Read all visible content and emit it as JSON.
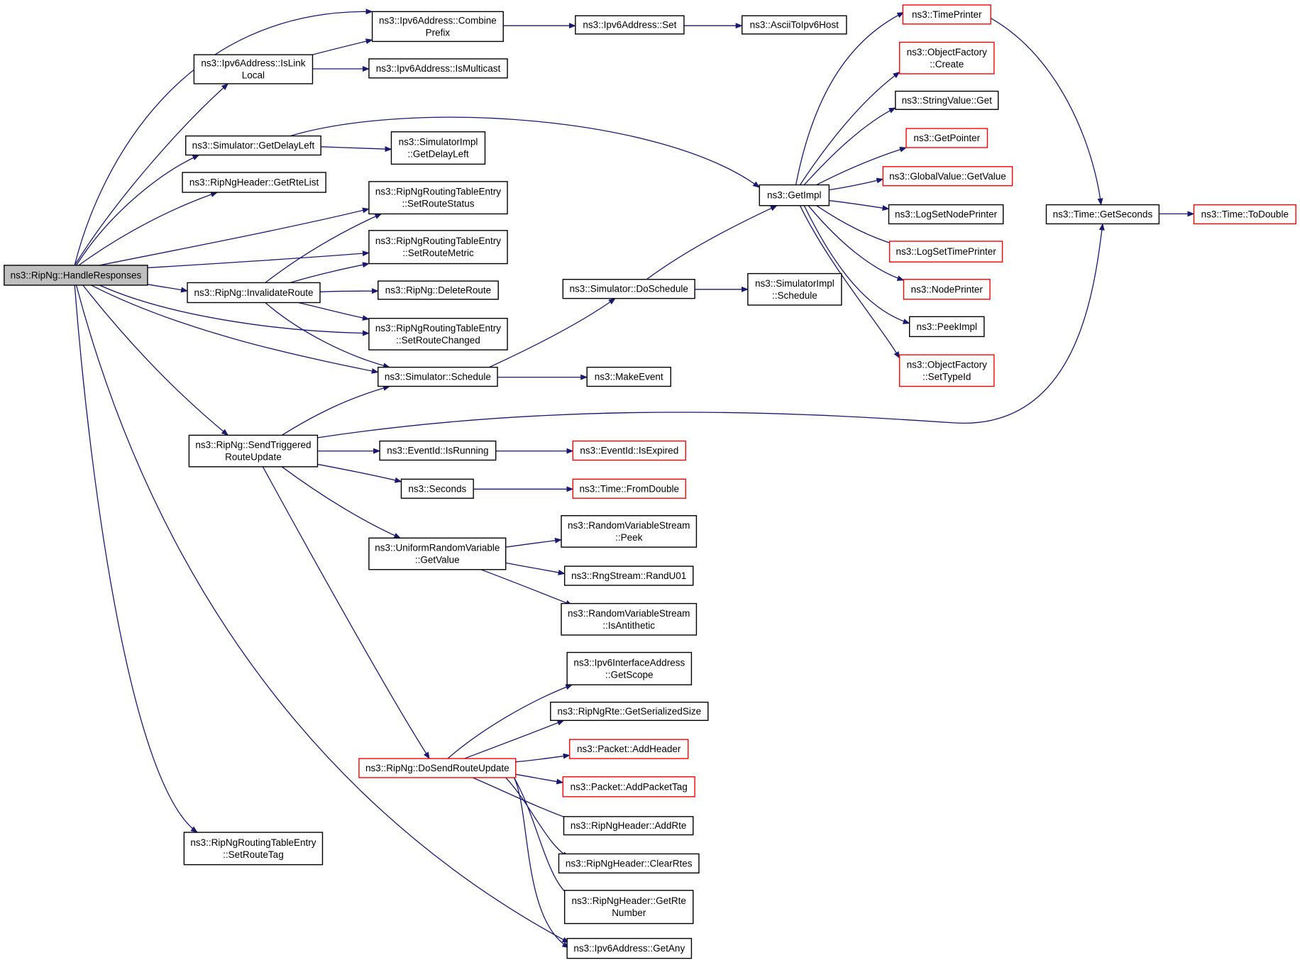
{
  "graph": {
    "colors": {
      "edge": "#191970",
      "border_default": "#000000",
      "border_red": "#ff0000",
      "root_fill": "#bfbfbf",
      "fill": "#ffffff"
    },
    "nodes": [
      {
        "id": "root",
        "lines": [
          "ns3::RipNg::HandleResponses"
        ],
        "style": "root"
      },
      {
        "id": "islinklocal",
        "lines": [
          "ns3::Ipv6Address::IsLink",
          "Local"
        ],
        "style": "normal"
      },
      {
        "id": "combineprefix",
        "lines": [
          "ns3::Ipv6Address::Combine",
          "Prefix"
        ],
        "style": "normal"
      },
      {
        "id": "ipv6set",
        "lines": [
          "ns3::Ipv6Address::Set"
        ],
        "style": "normal"
      },
      {
        "id": "asciitoipv6",
        "lines": [
          "ns3::AsciiToIpv6Host"
        ],
        "style": "normal"
      },
      {
        "id": "ismulticast",
        "lines": [
          "ns3::Ipv6Address::IsMulticast"
        ],
        "style": "normal"
      },
      {
        "id": "getdelayleft",
        "lines": [
          "ns3::Simulator::GetDelayLeft"
        ],
        "style": "normal"
      },
      {
        "id": "simimplgetdelayleft",
        "lines": [
          "ns3::SimulatorImpl",
          "::GetDelayLeft"
        ],
        "style": "normal"
      },
      {
        "id": "getrtelist",
        "lines": [
          "ns3::RipNgHeader::GetRteList"
        ],
        "style": "normal"
      },
      {
        "id": "setroutestatus",
        "lines": [
          "ns3::RipNgRoutingTableEntry",
          "::SetRouteStatus"
        ],
        "style": "normal"
      },
      {
        "id": "setroutemetric",
        "lines": [
          "ns3::RipNgRoutingTableEntry",
          "::SetRouteMetric"
        ],
        "style": "normal"
      },
      {
        "id": "invalidateroute",
        "lines": [
          "ns3::RipNg::InvalidateRoute"
        ],
        "style": "normal"
      },
      {
        "id": "deleteroute",
        "lines": [
          "ns3::RipNg::DeleteRoute"
        ],
        "style": "normal"
      },
      {
        "id": "setroutechanged",
        "lines": [
          "ns3::RipNgRoutingTableEntry",
          "::SetRouteChanged"
        ],
        "style": "normal"
      },
      {
        "id": "schedule",
        "lines": [
          "ns3::Simulator::Schedule"
        ],
        "style": "normal"
      },
      {
        "id": "makeevent",
        "lines": [
          "ns3::MakeEvent"
        ],
        "style": "normal"
      },
      {
        "id": "doschedule",
        "lines": [
          "ns3::Simulator::DoSchedule"
        ],
        "style": "normal"
      },
      {
        "id": "simimplschedule",
        "lines": [
          "ns3::SimulatorImpl",
          "::Schedule"
        ],
        "style": "normal"
      },
      {
        "id": "getimpl",
        "lines": [
          "ns3::GetImpl"
        ],
        "style": "normal"
      },
      {
        "id": "timeprinter",
        "lines": [
          "ns3::TimePrinter"
        ],
        "style": "red"
      },
      {
        "id": "ofcreate",
        "lines": [
          "ns3::ObjectFactory",
          "::Create"
        ],
        "style": "red"
      },
      {
        "id": "stringvalueget",
        "lines": [
          "ns3::StringValue::Get"
        ],
        "style": "normal"
      },
      {
        "id": "getpointer",
        "lines": [
          "ns3::GetPointer"
        ],
        "style": "red"
      },
      {
        "id": "globalvaluegetvalue",
        "lines": [
          "ns3::GlobalValue::GetValue"
        ],
        "style": "red"
      },
      {
        "id": "logsetnodeprinter",
        "lines": [
          "ns3::LogSetNodePrinter"
        ],
        "style": "normal"
      },
      {
        "id": "logsettimeprinter",
        "lines": [
          "ns3::LogSetTimePrinter"
        ],
        "style": "red"
      },
      {
        "id": "nodeprinter",
        "lines": [
          "ns3::NodePrinter"
        ],
        "style": "red"
      },
      {
        "id": "peekimpl",
        "lines": [
          "ns3::PeekImpl"
        ],
        "style": "normal"
      },
      {
        "id": "ofsettypeid",
        "lines": [
          "ns3::ObjectFactory",
          "::SetTypeId"
        ],
        "style": "red"
      },
      {
        "id": "getseconds",
        "lines": [
          "ns3::Time::GetSeconds"
        ],
        "style": "normal"
      },
      {
        "id": "todouble",
        "lines": [
          "ns3::Time::ToDouble"
        ],
        "style": "red"
      },
      {
        "id": "sendtriggered",
        "lines": [
          "ns3::RipNg::SendTriggered",
          "RouteUpdate"
        ],
        "style": "normal"
      },
      {
        "id": "isrunning",
        "lines": [
          "ns3::EventId::IsRunning"
        ],
        "style": "normal"
      },
      {
        "id": "isexpired",
        "lines": [
          "ns3::EventId::IsExpired"
        ],
        "style": "red"
      },
      {
        "id": "seconds",
        "lines": [
          "ns3::Seconds"
        ],
        "style": "normal"
      },
      {
        "id": "fromdouble",
        "lines": [
          "ns3::Time::FromDouble"
        ],
        "style": "red"
      },
      {
        "id": "urvgetvalue",
        "lines": [
          "ns3::UniformRandomVariable",
          "::GetValue"
        ],
        "style": "normal"
      },
      {
        "id": "rvspeek",
        "lines": [
          "ns3::RandomVariableStream",
          "::Peek"
        ],
        "style": "normal"
      },
      {
        "id": "randu01",
        "lines": [
          "ns3::RngStream::RandU01"
        ],
        "style": "normal"
      },
      {
        "id": "rvsisantithetic",
        "lines": [
          "ns3::RandomVariableStream",
          "::IsAntithetic"
        ],
        "style": "normal"
      },
      {
        "id": "getscope",
        "lines": [
          "ns3::Ipv6InterfaceAddress",
          "::GetScope"
        ],
        "style": "normal"
      },
      {
        "id": "getserializedsize",
        "lines": [
          "ns3::RipNgRte::GetSerializedSize"
        ],
        "style": "normal"
      },
      {
        "id": "dosendrouteupdate",
        "lines": [
          "ns3::RipNg::DoSendRouteUpdate"
        ],
        "style": "red"
      },
      {
        "id": "addheader",
        "lines": [
          "ns3::Packet::AddHeader"
        ],
        "style": "red"
      },
      {
        "id": "addpackettag",
        "lines": [
          "ns3::Packet::AddPacketTag"
        ],
        "style": "red"
      },
      {
        "id": "addrte",
        "lines": [
          "ns3::RipNgHeader::AddRte"
        ],
        "style": "normal"
      },
      {
        "id": "clearrtes",
        "lines": [
          "ns3::RipNgHeader::ClearRtes"
        ],
        "style": "normal"
      },
      {
        "id": "getrtenumber",
        "lines": [
          "ns3::RipNgHeader::GetRte",
          "Number"
        ],
        "style": "normal"
      },
      {
        "id": "setroutetag",
        "lines": [
          "ns3::RipNgRoutingTableEntry",
          "::SetRouteTag"
        ],
        "style": "normal"
      },
      {
        "id": "getany",
        "lines": [
          "ns3::Ipv6Address::GetAny"
        ],
        "style": "normal"
      }
    ],
    "edges": [
      [
        "root",
        "combineprefix"
      ],
      [
        "root",
        "islinklocal"
      ],
      [
        "root",
        "getdelayleft"
      ],
      [
        "root",
        "getrtelist"
      ],
      [
        "root",
        "setroutestatus"
      ],
      [
        "root",
        "setroutemetric"
      ],
      [
        "root",
        "invalidateroute"
      ],
      [
        "root",
        "setroutechanged"
      ],
      [
        "root",
        "schedule"
      ],
      [
        "root",
        "sendtriggered"
      ],
      [
        "root",
        "setroutetag"
      ],
      [
        "root",
        "getany"
      ],
      [
        "islinklocal",
        "combineprefix"
      ],
      [
        "islinklocal",
        "ismulticast"
      ],
      [
        "combineprefix",
        "ipv6set"
      ],
      [
        "ipv6set",
        "asciitoipv6"
      ],
      [
        "getdelayleft",
        "simimplgetdelayleft"
      ],
      [
        "getdelayleft",
        "getimpl"
      ],
      [
        "invalidateroute",
        "setroutestatus"
      ],
      [
        "invalidateroute",
        "setroutemetric"
      ],
      [
        "invalidateroute",
        "deleteroute"
      ],
      [
        "invalidateroute",
        "setroutechanged"
      ],
      [
        "invalidateroute",
        "schedule"
      ],
      [
        "schedule",
        "doschedule"
      ],
      [
        "schedule",
        "makeevent"
      ],
      [
        "doschedule",
        "getimpl"
      ],
      [
        "doschedule",
        "simimplschedule"
      ],
      [
        "getimpl",
        "timeprinter"
      ],
      [
        "getimpl",
        "ofcreate"
      ],
      [
        "getimpl",
        "stringvalueget"
      ],
      [
        "getimpl",
        "getpointer"
      ],
      [
        "getimpl",
        "globalvaluegetvalue"
      ],
      [
        "getimpl",
        "logsetnodeprinter"
      ],
      [
        "getimpl",
        "logsettimeprinter"
      ],
      [
        "getimpl",
        "nodeprinter"
      ],
      [
        "getimpl",
        "peekimpl"
      ],
      [
        "getimpl",
        "ofsettypeid"
      ],
      [
        "timeprinter",
        "getseconds"
      ],
      [
        "getseconds",
        "todouble"
      ],
      [
        "sendtriggered",
        "schedule"
      ],
      [
        "sendtriggered",
        "getseconds"
      ],
      [
        "sendtriggered",
        "isrunning"
      ],
      [
        "sendtriggered",
        "seconds"
      ],
      [
        "sendtriggered",
        "urvgetvalue"
      ],
      [
        "sendtriggered",
        "dosendrouteupdate"
      ],
      [
        "isrunning",
        "isexpired"
      ],
      [
        "seconds",
        "fromdouble"
      ],
      [
        "urvgetvalue",
        "rvspeek"
      ],
      [
        "urvgetvalue",
        "randu01"
      ],
      [
        "urvgetvalue",
        "rvsisantithetic"
      ],
      [
        "dosendrouteupdate",
        "getscope"
      ],
      [
        "dosendrouteupdate",
        "getserializedsize"
      ],
      [
        "dosendrouteupdate",
        "addheader"
      ],
      [
        "dosendrouteupdate",
        "addpackettag"
      ],
      [
        "dosendrouteupdate",
        "addrte"
      ],
      [
        "dosendrouteupdate",
        "clearrtes"
      ],
      [
        "dosendrouteupdate",
        "getrtenumber"
      ],
      [
        "dosendrouteupdate",
        "getany"
      ]
    ]
  }
}
